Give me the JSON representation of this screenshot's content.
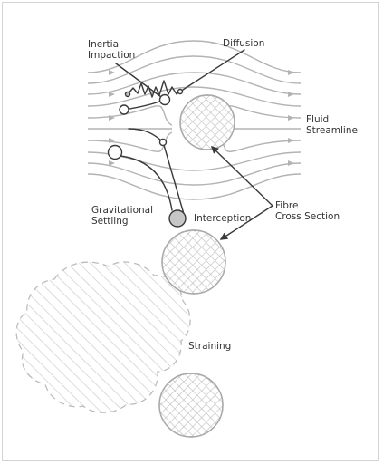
{
  "labels": {
    "inertial_impaction": [
      "Inertial",
      "Impaction"
    ],
    "diffusion": "Diffusion",
    "fluid_streamline": [
      "Fluid",
      "Streamline"
    ],
    "fibre_cross_section": [
      "Fibre",
      "Cross Section"
    ],
    "gravitational_settling": [
      "Gravitational",
      "Settling"
    ],
    "interception": "Interception",
    "straining": "Straining"
  },
  "colors": {
    "frame_border": "#d4d4d4",
    "streamline": "#b3b3b3",
    "fibre_hatch": "#bdbdbd",
    "fibre_outline": "#aaaaaa",
    "particle_outline": "#3a3a3a",
    "pointer_line": "#3a3a3a",
    "settling_particle_fill": "#c6c6c6",
    "straining_outline": "#bcbcbc",
    "text": "#333333"
  }
}
